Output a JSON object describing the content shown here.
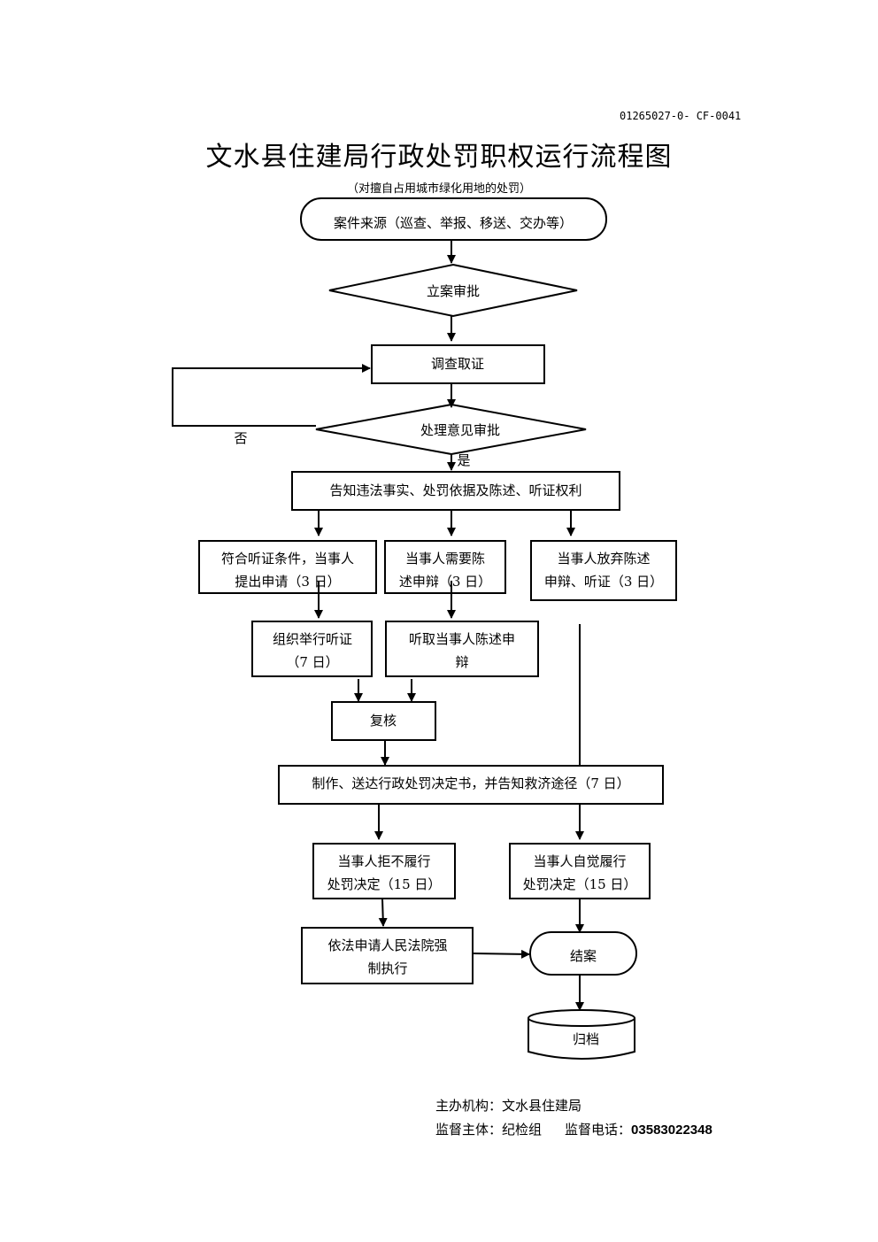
{
  "document": {
    "code": "01265027-0- CF-0041",
    "title": "文水县住建局行政处罚职权运行流程图",
    "subtitle": "（对擅自占用城市绿化用地的处罚）"
  },
  "flowchart": {
    "case_source": "案件来源（巡查、举报、移送、交办等）",
    "filing_approval": "立案审批",
    "investigation": "调查取证",
    "opinion_approval": "处理意见审批",
    "label_no": "否",
    "label_yes": "是",
    "notify": "告知违法事实、处罚依据及陈述、听证权利",
    "hearing_apply": {
      "line1": "符合听证条件，当事人",
      "line2": "提出申请（3 日）"
    },
    "statement_need": {
      "line1": "当事人需要陈",
      "line2": "述申辩（3 日）"
    },
    "waive": {
      "line1": "当事人放弃陈述",
      "line2": "申辩、听证（3 日）"
    },
    "hold_hearing": {
      "line1": "组织举行听证",
      "line2": "（7 日）"
    },
    "hear_statement": {
      "line1": "听取当事人陈述申",
      "line2": "辩"
    },
    "review": "复核",
    "decision": "制作、送达行政处罚决定书，并告知救济途径（7 日）",
    "refuse": {
      "line1": "当事人拒不履行",
      "line2": "处罚决定（15 日）"
    },
    "comply": {
      "line1": "当事人自觉履行",
      "line2": "处罚决定（15 日）"
    },
    "court": {
      "line1": "依法申请人民法院强",
      "line2": "制执行"
    },
    "close": "结案",
    "archive": "归档"
  },
  "footer": {
    "organizer_label": "主办机构：",
    "organizer": "文水县住建局",
    "supervisor_label": "监督主体：",
    "supervisor": "纪检组",
    "phone_label": "监督电话：",
    "phone": "03583022348"
  }
}
